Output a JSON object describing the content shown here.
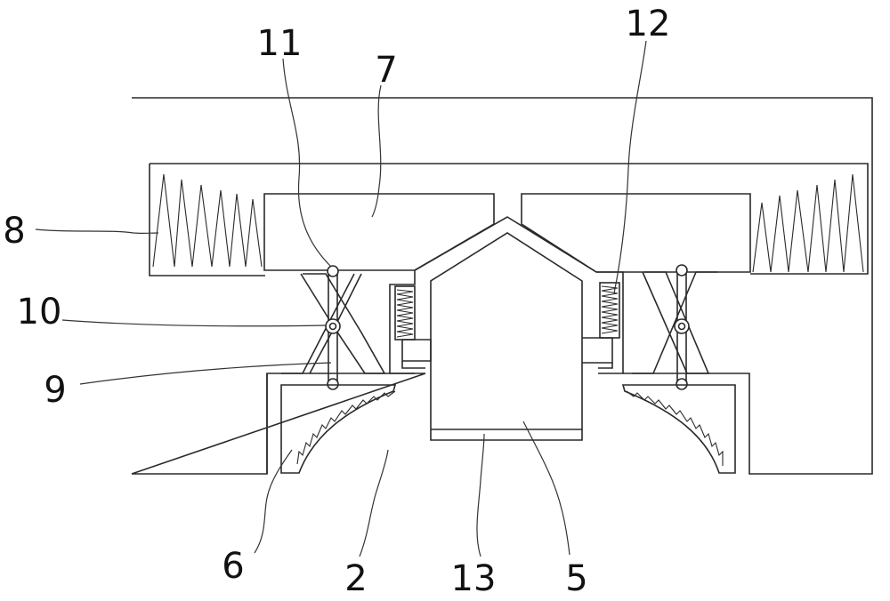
{
  "labels": {
    "l2": "2",
    "l5": "5",
    "l6": "6",
    "l7": "7",
    "l8": "8",
    "l9": "9",
    "l10": "10",
    "l11": "11",
    "l12": "12",
    "l13": "13"
  }
}
